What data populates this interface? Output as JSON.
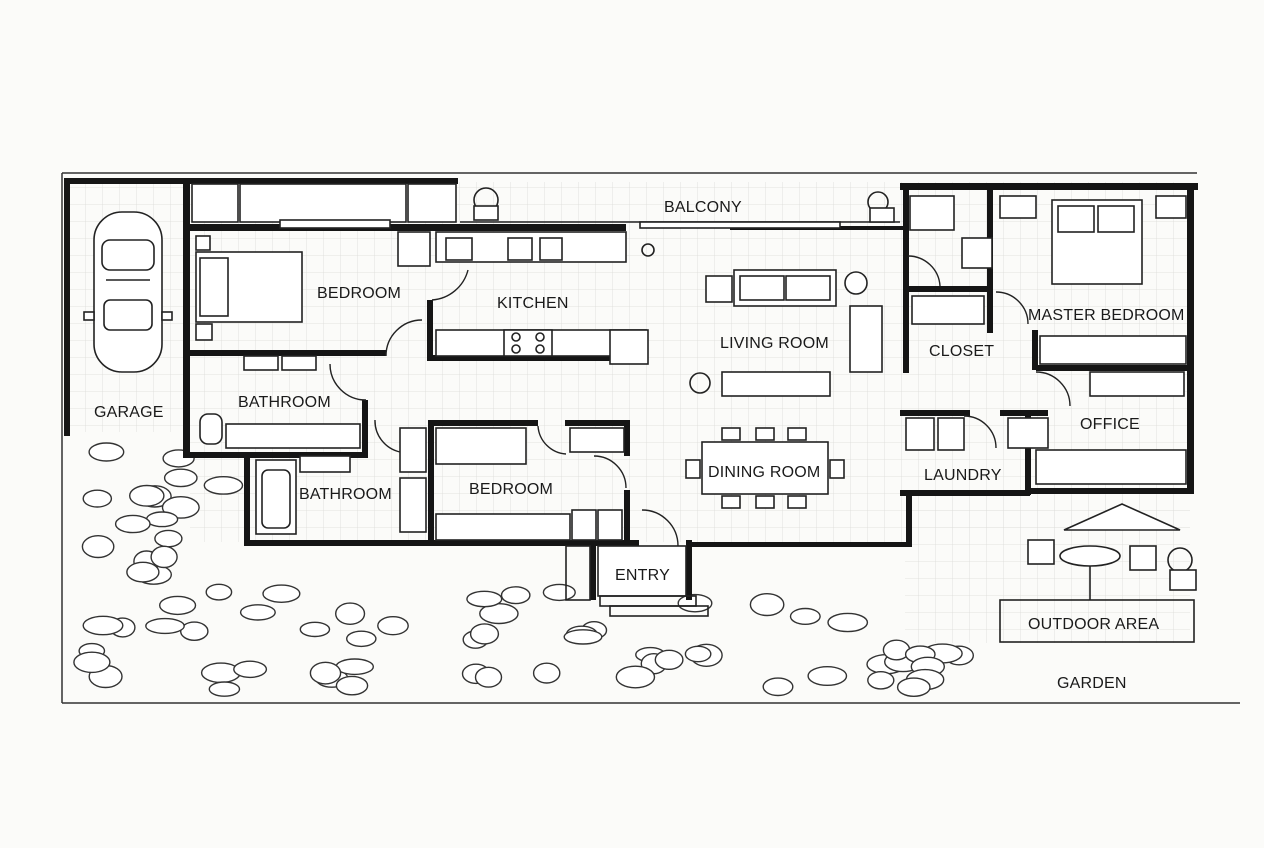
{
  "rooms": {
    "balcony": "BALCONY",
    "bedroom_1": "BEDROOM",
    "kitchen": "KITCHEN",
    "living_room": "LIVING ROOM",
    "closet": "CLOSET",
    "master_bedroom": "MASTER BEDROOM",
    "garage": "GARAGE",
    "bathroom_1": "BATHROOM",
    "office": "OFFICE",
    "bathroom_2": "BATHROOM",
    "bedroom_2": "BEDROOM",
    "dining_room": "DINING ROOM",
    "laundry": "LAUNDRY",
    "entry": "ENTRY",
    "outdoor_area": "OUTDOOR AREA",
    "garden": "GARDEN"
  },
  "icons": [
    "car-icon",
    "bed-icon",
    "sofa-icon",
    "toilet-icon",
    "bathtub-icon",
    "stove-icon",
    "dining-table-icon",
    "patio-umbrella-icon",
    "plant-icon",
    "door-swing-icon"
  ],
  "colors": {
    "ink": "#151515",
    "paper": "#fbfbf9",
    "grid": "#dcdcd8"
  }
}
